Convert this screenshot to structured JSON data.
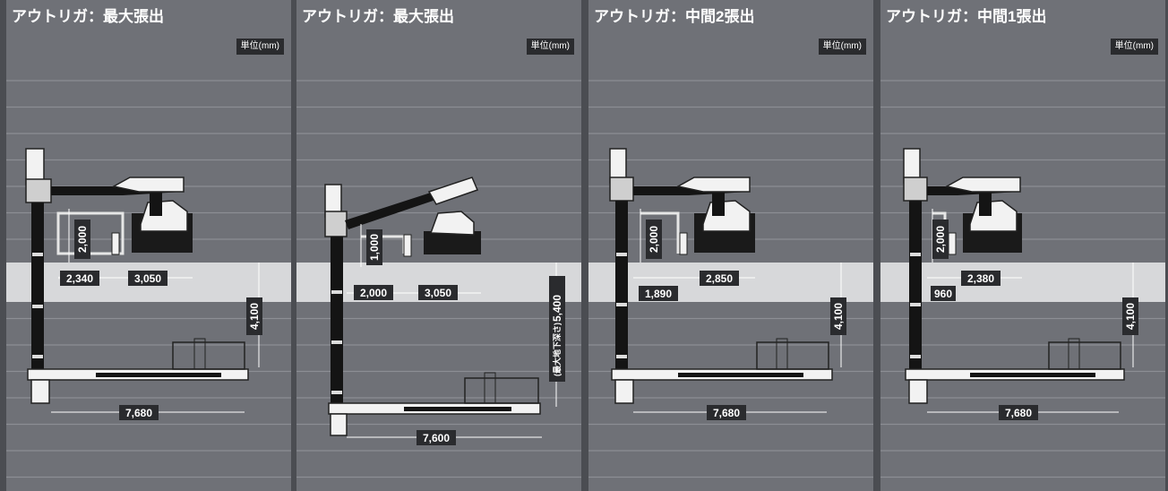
{
  "unit_label": "単位(mm)",
  "panels": [
    {
      "title": "アウトリガ：最大張出",
      "dims": {
        "height": "2,000",
        "offset": "2,340",
        "reach": "3,050",
        "depth": "4,100",
        "total": "7,680"
      }
    },
    {
      "title": "アウトリガ：最大張出",
      "dims": {
        "height": "1,000",
        "offset": "2,000",
        "reach": "3,050",
        "depth": "5,400",
        "depth_note": "(最大地下深さ)",
        "total": "7,600"
      }
    },
    {
      "title": "アウトリガ：中間2張出",
      "dims": {
        "height": "2,000",
        "offset": "1,890",
        "reach": "2,850",
        "depth": "4,100",
        "total": "7,680"
      }
    },
    {
      "title": "アウトリガ：中間1張出",
      "dims": {
        "height": "2,000",
        "offset": "960",
        "reach": "2,380",
        "depth": "4,100",
        "total": "7,680"
      }
    }
  ]
}
